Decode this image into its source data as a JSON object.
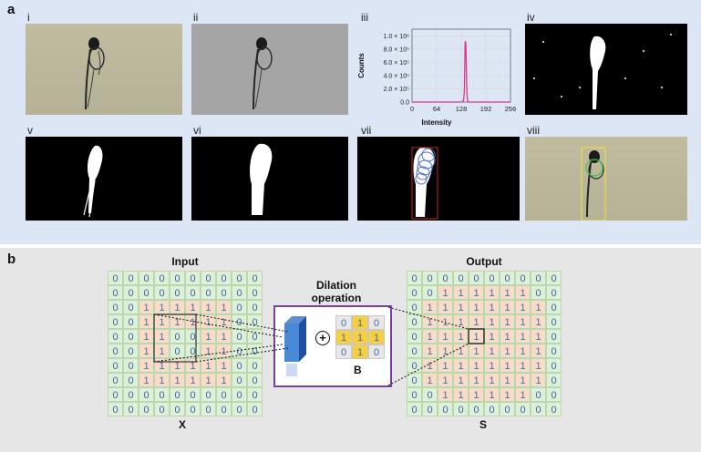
{
  "panel_a": {
    "letter": "a",
    "subpanels": [
      "i",
      "ii",
      "iii",
      "iv",
      "v",
      "vi",
      "vii",
      "viii"
    ]
  },
  "histogram": {
    "ylabel": "Counts",
    "xlabel": "Intensity",
    "y_ticks": [
      "1.0 × 10⁶",
      "8.0 × 10⁵",
      "6.0 × 10⁵",
      "4.0 × 10⁵",
      "2.0 × 10⁵",
      "0.0"
    ],
    "x_ticks": [
      "0",
      "64",
      "128",
      "192",
      "256"
    ],
    "line_color": "#e0338c"
  },
  "chart_data": {
    "type": "line",
    "xlabel": "Intensity",
    "ylabel": "Counts",
    "xlim": [
      0,
      256
    ],
    "ylim": [
      0,
      1100000
    ],
    "x_ticks": [
      0,
      64,
      128,
      192,
      256
    ],
    "y_ticks": [
      0,
      200000,
      400000,
      600000,
      800000,
      1000000
    ],
    "grid": true,
    "series": [
      {
        "x": [
          0,
          120,
          130,
          134,
          136,
          137,
          138,
          139,
          140,
          141,
          142,
          143,
          144,
          146,
          150,
          256
        ],
        "y": [
          0,
          0,
          2000,
          20000,
          150000,
          500000,
          880000,
          920000,
          860000,
          600000,
          300000,
          120000,
          30000,
          5000,
          0,
          0
        ]
      }
    ]
  },
  "panel_b": {
    "letter": "b",
    "input_title": "Input",
    "output_title": "Output",
    "input_symbol": "X",
    "output_symbol": "S",
    "op_title": "Dilation operation",
    "oplus": "+",
    "kernel_symbol": "B",
    "input_matrix": [
      [
        0,
        0,
        0,
        0,
        0,
        0,
        0,
        0,
        0,
        0
      ],
      [
        0,
        0,
        0,
        0,
        0,
        0,
        0,
        0,
        0,
        0
      ],
      [
        0,
        0,
        1,
        1,
        1,
        1,
        1,
        1,
        0,
        0
      ],
      [
        0,
        0,
        1,
        1,
        1,
        1,
        1,
        1,
        0,
        0
      ],
      [
        0,
        0,
        1,
        1,
        0,
        0,
        1,
        1,
        0,
        0
      ],
      [
        0,
        0,
        1,
        1,
        0,
        0,
        1,
        1,
        0,
        0
      ],
      [
        0,
        0,
        1,
        1,
        1,
        1,
        1,
        1,
        0,
        0
      ],
      [
        0,
        0,
        1,
        1,
        1,
        1,
        1,
        1,
        0,
        0
      ],
      [
        0,
        0,
        0,
        0,
        0,
        0,
        0,
        0,
        0,
        0
      ],
      [
        0,
        0,
        0,
        0,
        0,
        0,
        0,
        0,
        0,
        0
      ]
    ],
    "output_matrix": [
      [
        0,
        0,
        0,
        0,
        0,
        0,
        0,
        0,
        0,
        0
      ],
      [
        0,
        0,
        1,
        1,
        1,
        1,
        1,
        1,
        0,
        0
      ],
      [
        0,
        1,
        1,
        1,
        1,
        1,
        1,
        1,
        1,
        0
      ],
      [
        0,
        1,
        1,
        1,
        1,
        1,
        1,
        1,
        1,
        0
      ],
      [
        0,
        1,
        1,
        1,
        1,
        1,
        1,
        1,
        1,
        0
      ],
      [
        0,
        1,
        1,
        1,
        1,
        1,
        1,
        1,
        1,
        0
      ],
      [
        0,
        1,
        1,
        1,
        1,
        1,
        1,
        1,
        1,
        0
      ],
      [
        0,
        1,
        1,
        1,
        1,
        1,
        1,
        1,
        1,
        0
      ],
      [
        0,
        0,
        1,
        1,
        1,
        1,
        1,
        1,
        0,
        0
      ],
      [
        0,
        0,
        0,
        0,
        0,
        0,
        0,
        0,
        0,
        0
      ]
    ],
    "kernel": [
      [
        0,
        1,
        0
      ],
      [
        1,
        1,
        1
      ],
      [
        0,
        1,
        0
      ]
    ]
  },
  "colors": {
    "panel_a_bg": "#dde6f4",
    "panel_b_bg": "#e6e6e6",
    "zero_cell": "#dff0d8",
    "one_cell": "#f8dcc8",
    "kernel_on": "#f7cf3a",
    "op_border": "#7b3fa0",
    "bbox_red": "#cc1f1f",
    "bbox_yellow": "#e8d84a",
    "circle_blue": "#4a6fd0",
    "circle_green": "#44c04a"
  }
}
